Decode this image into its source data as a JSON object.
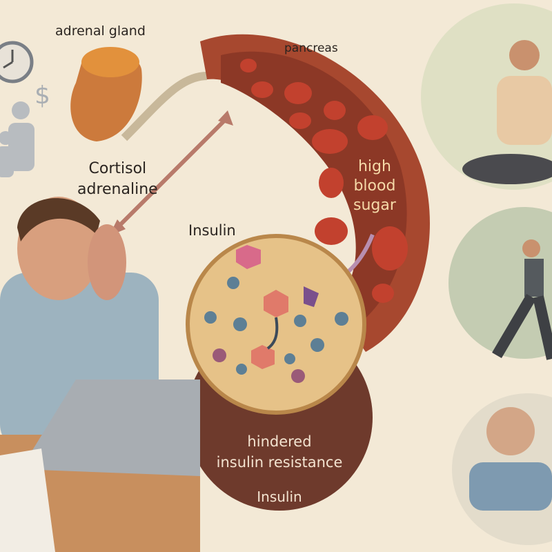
{
  "labels": {
    "adrenal_gland": "adrenal gland",
    "pancreas": "pancreas",
    "hormones": [
      "Cortisol",
      "adrenaline"
    ],
    "insulin_top": "Insulin",
    "high_blood_sugar": [
      "high",
      "blood",
      "sugar"
    ],
    "resistance": [
      "hindered",
      "insulin resistance"
    ],
    "insulin_bottom": "Insulin"
  },
  "colors": {
    "background": "#f3e9d6",
    "pancreas": "#b5573c",
    "blood_cell": "#c2412e",
    "cell": "#e6c288",
    "bottom_circle": "#6e3a2c",
    "arrow": "#b87a6a"
  },
  "icons": [
    "clock-icon",
    "dollar-icon",
    "family-icon"
  ]
}
